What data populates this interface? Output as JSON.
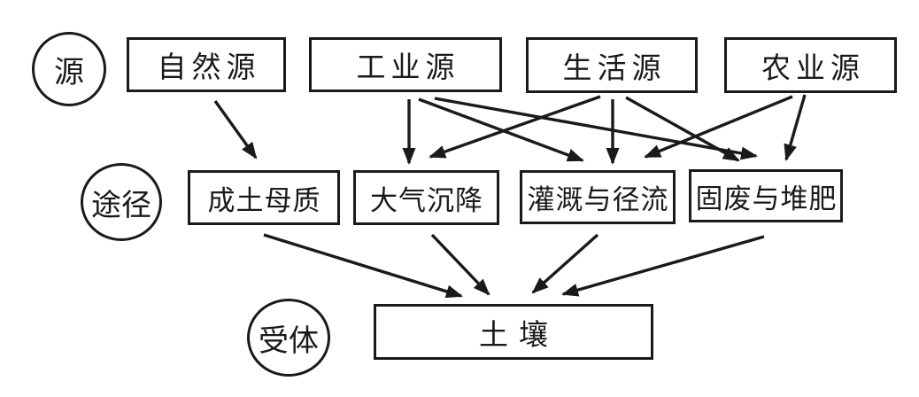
{
  "diagram": {
    "title_meaning": "Sources, pathways and receptor of soil contamination",
    "colors": {
      "background": "#ffffff",
      "ink": "#1a1a1a"
    },
    "levels": {
      "source": {
        "circle_label": "源",
        "nodes": [
          {
            "id": "natural-source",
            "label": "自然源"
          },
          {
            "id": "industrial-source",
            "label": "工业源"
          },
          {
            "id": "domestic-source",
            "label": "生活源"
          },
          {
            "id": "agricultural-source",
            "label": "农业源"
          }
        ]
      },
      "pathway": {
        "circle_label": "途径",
        "nodes": [
          {
            "id": "soil-parent-material",
            "label": "成土母质"
          },
          {
            "id": "atmospheric-deposition",
            "label": "大气沉降"
          },
          {
            "id": "irrigation-runoff",
            "label": "灌溉与径流"
          },
          {
            "id": "solid-waste-compost",
            "label": "固废与堆肥"
          }
        ]
      },
      "receptor": {
        "circle_label": "受体",
        "nodes": [
          {
            "id": "soil",
            "label": "土壤"
          }
        ]
      }
    },
    "edges": [
      {
        "from": "natural-source",
        "to": "soil-parent-material"
      },
      {
        "from": "industrial-source",
        "to": "atmospheric-deposition"
      },
      {
        "from": "industrial-source",
        "to": "irrigation-runoff"
      },
      {
        "from": "industrial-source",
        "to": "solid-waste-compost"
      },
      {
        "from": "domestic-source",
        "to": "atmospheric-deposition"
      },
      {
        "from": "domestic-source",
        "to": "irrigation-runoff"
      },
      {
        "from": "domestic-source",
        "to": "solid-waste-compost"
      },
      {
        "from": "agricultural-source",
        "to": "irrigation-runoff"
      },
      {
        "from": "agricultural-source",
        "to": "solid-waste-compost"
      },
      {
        "from": "soil-parent-material",
        "to": "soil"
      },
      {
        "from": "atmospheric-deposition",
        "to": "soil"
      },
      {
        "from": "irrigation-runoff",
        "to": "soil"
      },
      {
        "from": "solid-waste-compost",
        "to": "soil"
      }
    ]
  }
}
